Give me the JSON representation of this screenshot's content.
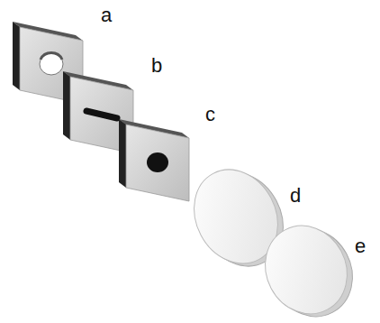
{
  "diagram": {
    "labels": [
      "a",
      "b",
      "c",
      "d",
      "e"
    ]
  }
}
